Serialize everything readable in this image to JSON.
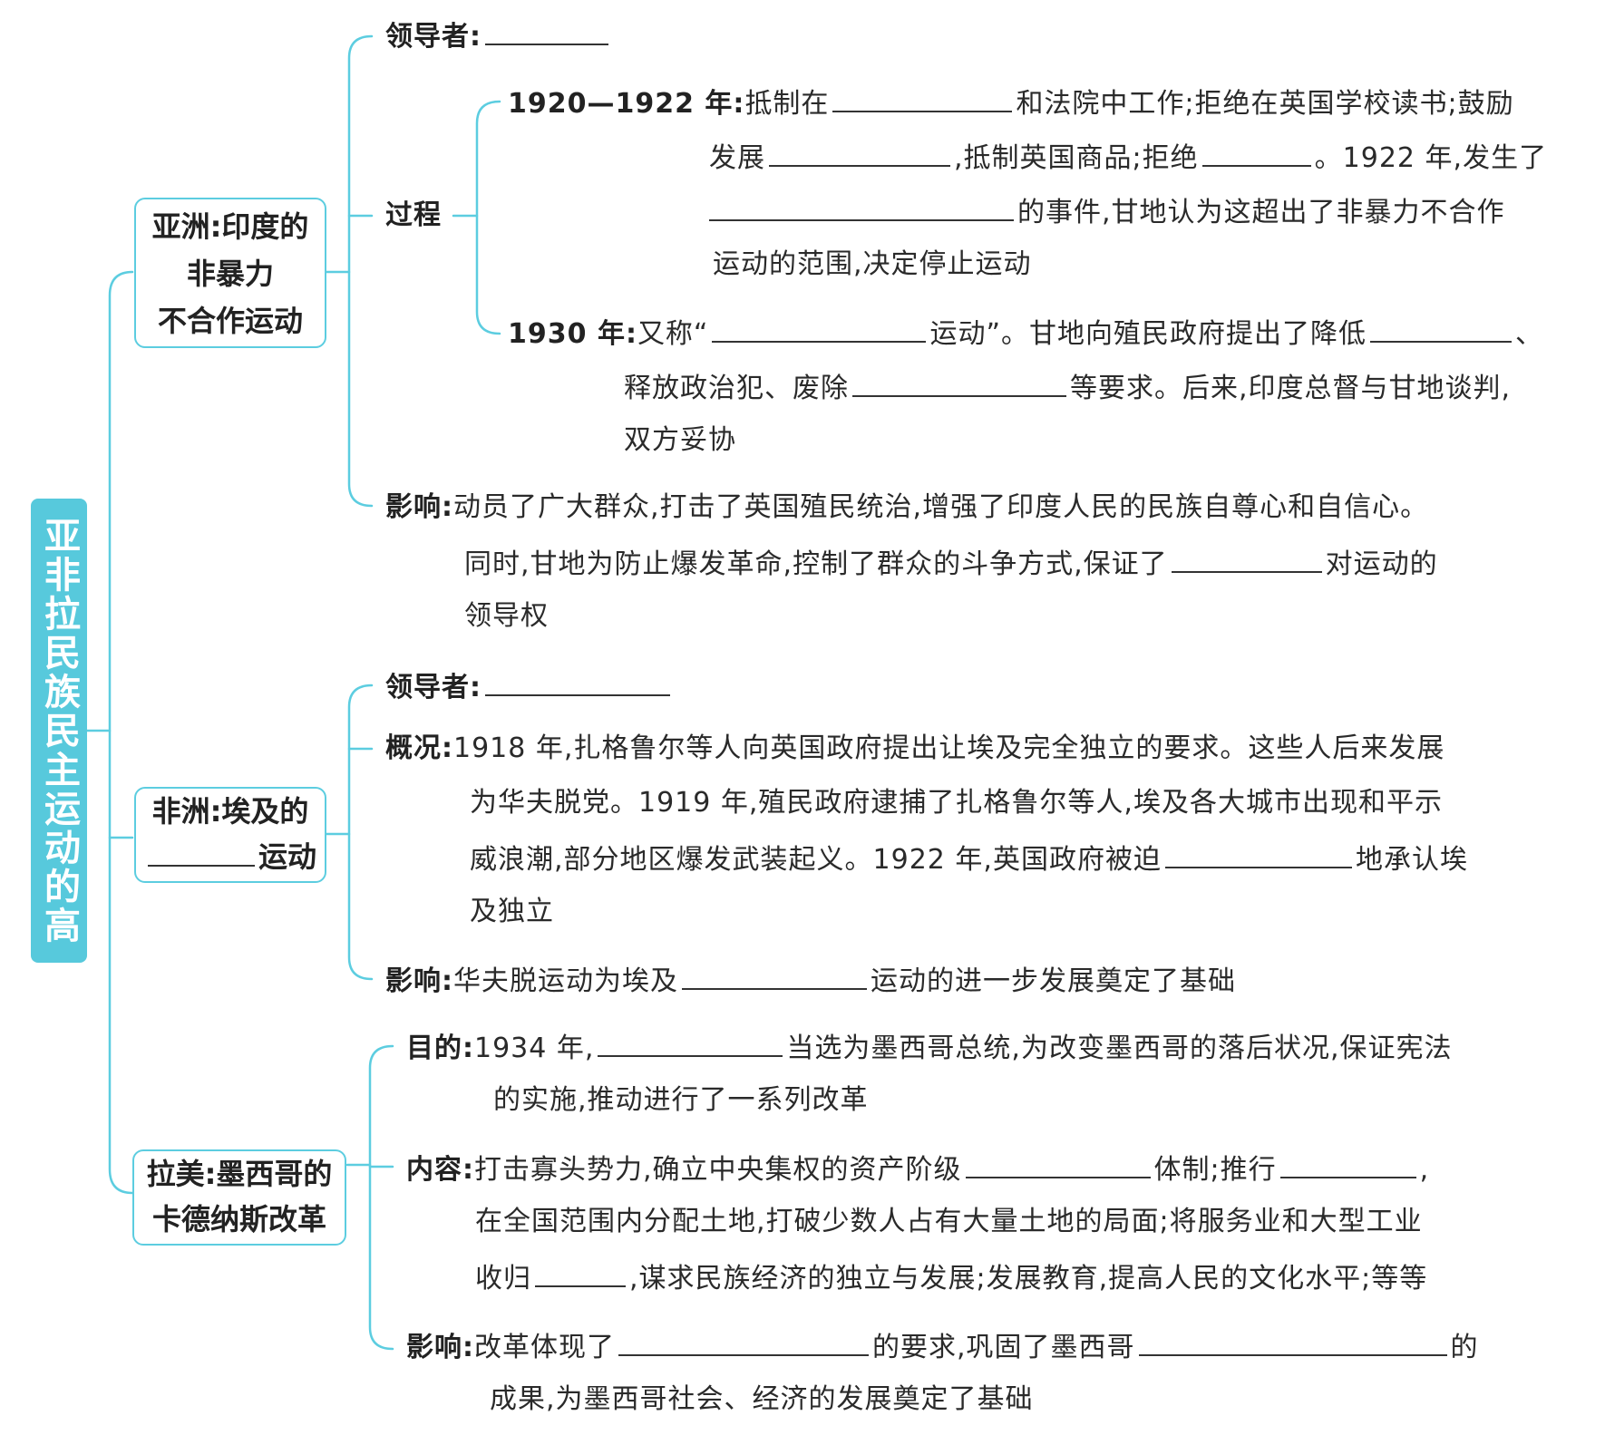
{
  "root_title": "亚非拉民族民主运动的高涨",
  "colors": {
    "accent": "#57c9dc",
    "line": "#5ccde0",
    "text": "#2a2a2a"
  },
  "asia": {
    "box": [
      "亚洲:印度的",
      "非暴力",
      "不合作运动"
    ],
    "leader_label": "领导者:",
    "process_label": "过程",
    "p1922_label": "1920—1922 年:",
    "p1922_l1a": "抵制在",
    "p1922_l1b": "和法院中工作;拒绝在英国学校读书;鼓励",
    "p1922_l2a": "发展",
    "p1922_l2b": ",抵制英国商品;拒绝",
    "p1922_l2c": "。1922 年,发生了",
    "p1922_l3": "的事件,甘地认为这超出了非暴力不合作",
    "p1922_l4": "运动的范围,决定停止运动",
    "p1930_label": "1930 年:",
    "p1930_l1a": "又称“",
    "p1930_l1b": "运动”。甘地向殖民政府提出了降低",
    "p1930_l1c": "、",
    "p1930_l2a": "释放政治犯、废除",
    "p1930_l2b": "等要求。后来,印度总督与甘地谈判,",
    "p1930_l3": "双方妥协",
    "impact_label": "影响:",
    "impact_l1": "动员了广大群众,打击了英国殖民统治,增强了印度人民的民族自尊心和自信心。",
    "impact_l2a": "同时,甘地为防止爆发革命,控制了群众的斗争方式,保证了",
    "impact_l2b": "对运动的",
    "impact_l3": "领导权"
  },
  "africa": {
    "box_l1": "非洲:埃及的",
    "box_l2": "运动",
    "leader_label": "领导者:",
    "overview_label": "概况:",
    "ov_l1": "1918 年,扎格鲁尔等人向英国政府提出让埃及完全独立的要求。这些人后来发展",
    "ov_l2": "为华夫脱党。1919 年,殖民政府逮捕了扎格鲁尔等人,埃及各大城市出现和平示",
    "ov_l3a": "威浪潮,部分地区爆发武装起义。1922 年,英国政府被迫",
    "ov_l3b": "地承认埃",
    "ov_l4": "及独立",
    "impact_label": "影响:",
    "impact_a": "华夫脱运动为埃及",
    "impact_b": "运动的进一步发展奠定了基础"
  },
  "latin": {
    "box": [
      "拉美:墨西哥的",
      "卡德纳斯改革"
    ],
    "goal_label": "目的:",
    "goal_l1a": "1934 年,",
    "goal_l1b": "当选为墨西哥总统,为改变墨西哥的落后状况,保证宪法",
    "goal_l2": "的实施,推动进行了一系列改革",
    "content_label": "内容:",
    "content_l1a": "打击寡头势力,确立中央集权的资产阶级",
    "content_l1b": "体制;推行",
    "content_l1c": ",",
    "content_l2": "在全国范围内分配土地,打破少数人占有大量土地的局面;将服务业和大型工业",
    "content_l3a": "收归",
    "content_l3b": ",谋求民族经济的独立与发展;发展教育,提高人民的文化水平;等等",
    "impact_label": "影响:",
    "impact_l1a": "改革体现了",
    "impact_l1b": "的要求,巩固了墨西哥",
    "impact_l1c": "的",
    "impact_l2": "成果,为墨西哥社会、经济的发展奠定了基础"
  }
}
